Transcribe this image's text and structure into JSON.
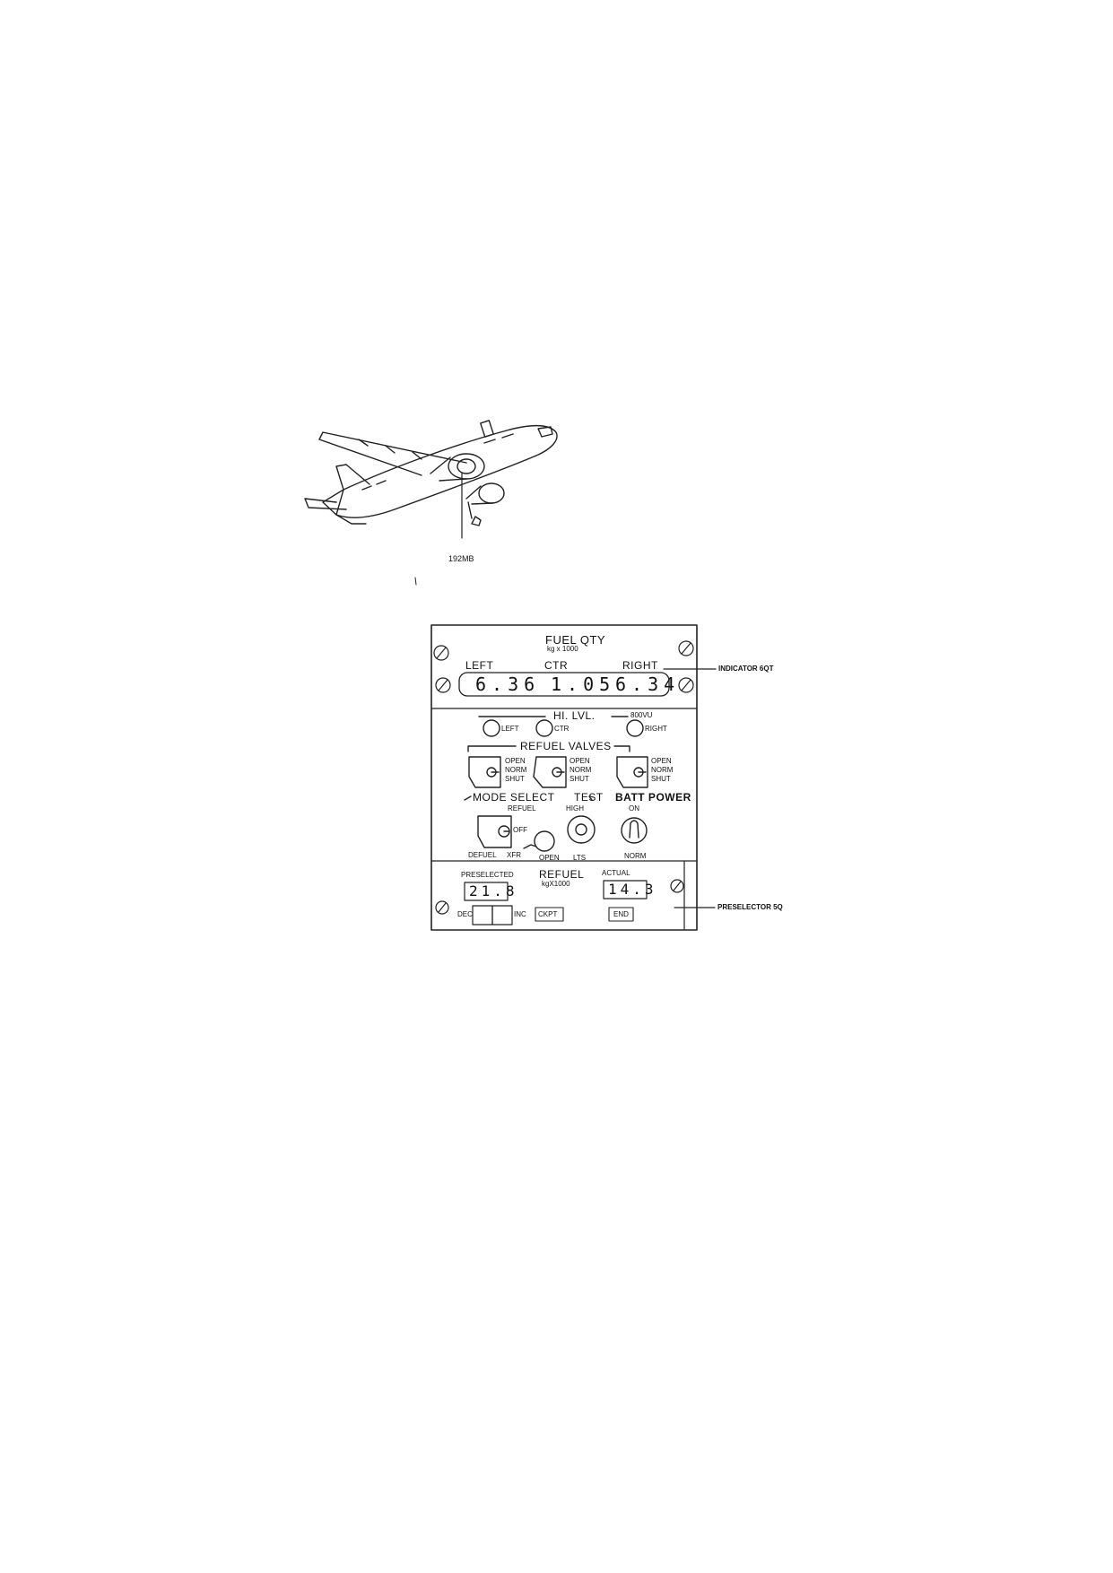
{
  "aircraft": {
    "callout": "192MB"
  },
  "panel": {
    "header": {
      "title": "FUEL QTY",
      "unit": "kg x 1000"
    },
    "tanks": [
      {
        "label": "LEFT",
        "value": "6.36"
      },
      {
        "label": "CTR",
        "value": "1.05"
      },
      {
        "label": "RIGHT",
        "value": "6.34"
      }
    ],
    "hi_lvl": {
      "title": "HI. LVL.",
      "zone": "800VU",
      "lights": [
        "LEFT",
        "CTR",
        "RIGHT"
      ]
    },
    "refuel_valves": {
      "title": "REFUEL VALVES",
      "positions": [
        "OPEN",
        "NORM",
        "SHUT"
      ]
    },
    "mode_select": {
      "title": "MODE SELECT",
      "refuel": "REFUEL",
      "off": "OFF",
      "defuel": "DEFUEL",
      "xfr": "XFR"
    },
    "test": {
      "title": "TEST",
      "high": "HIGH",
      "open": "OPEN",
      "lts": "LTS"
    },
    "batt_power": {
      "title": "BATT POWER",
      "on": "ON",
      "norm": "NORM"
    },
    "preselector": {
      "preselected_label": "PRESELECTED",
      "preselected_value": "21.8",
      "title": "REFUEL",
      "unit": "kgX1000",
      "actual_label": "ACTUAL",
      "actual_value": "14.3",
      "dec": "DEC",
      "inc": "INC",
      "ckpt": "CKPT",
      "end": "END"
    }
  },
  "callouts": {
    "indicator": "INDICATOR 6QT",
    "preselector": "PRESELECTOR 5Q"
  }
}
